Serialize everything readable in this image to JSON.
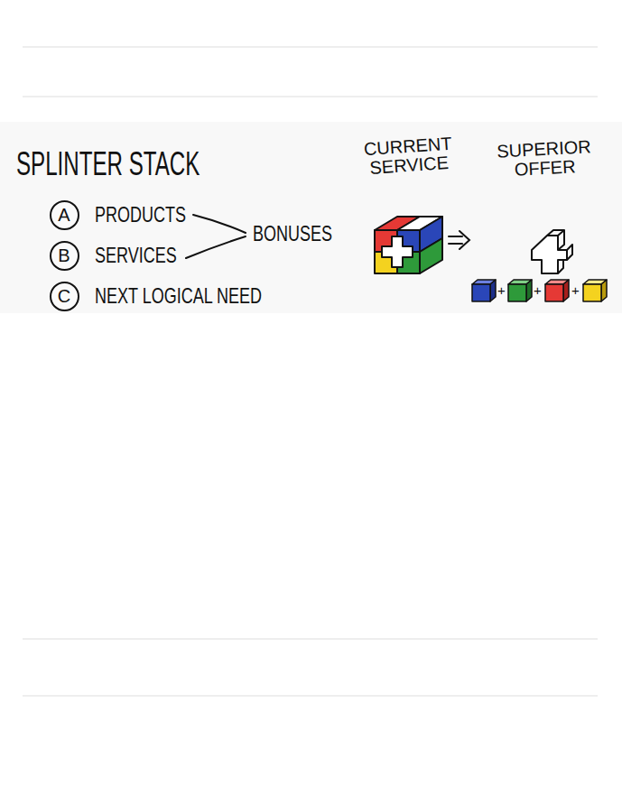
{
  "diagram": {
    "title": "SPLINTER STACK",
    "nodes": [
      {
        "text": [
          "A"
        ]
      },
      {
        "text": [
          "B"
        ]
      },
      {
        "text": [
          "C"
        ]
      }
    ],
    "labels": [
      "PRODUCTS",
      "SERVICES",
      "NEXT LOGICAL NEED",
      "BONUSES",
      "CURRENT SERVICE",
      "SUPERIOR OFFER",
      "+",
      "+",
      "+"
    ]
  }
}
